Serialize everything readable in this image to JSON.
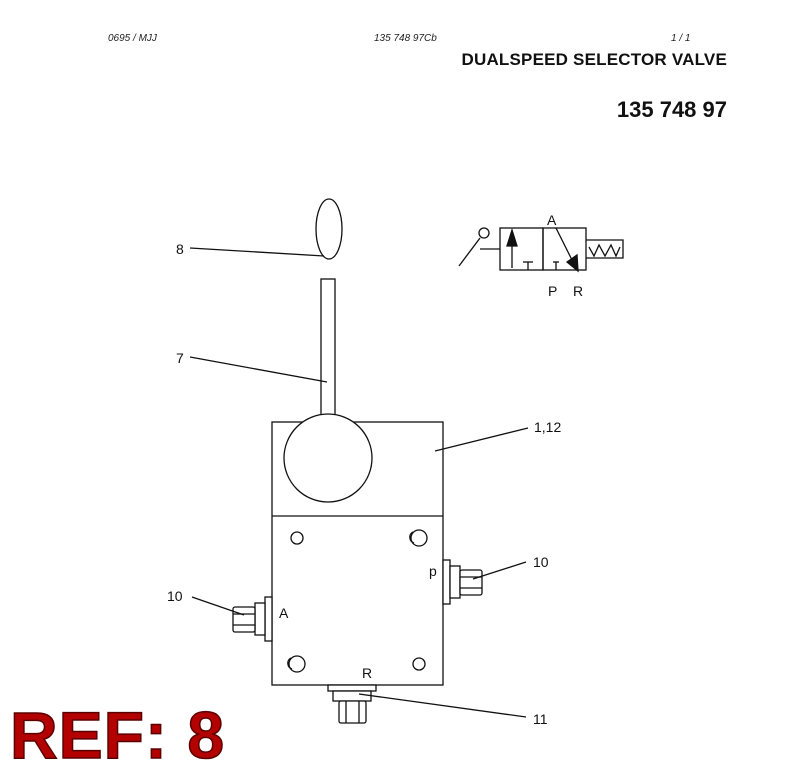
{
  "header": {
    "left": "0695 / MJJ",
    "center": "135 748 97Cb",
    "right": "1 / 1"
  },
  "title": "DUALSPEED SELECTOR VALVE",
  "part_number": "135 748 97",
  "callouts": {
    "knob": "8",
    "lever": "7",
    "body": "1,12",
    "fitting_right": "10",
    "fitting_left": "10",
    "fitting_bottom": "11"
  },
  "port_labels": {
    "p": "p",
    "a": "A",
    "r": "R"
  },
  "schematic_labels": {
    "a": "A",
    "p": "P",
    "r": "R"
  },
  "ref_badge": "REF: 8",
  "colors": {
    "ref_badge": "#b30000",
    "line": "#111111"
  }
}
